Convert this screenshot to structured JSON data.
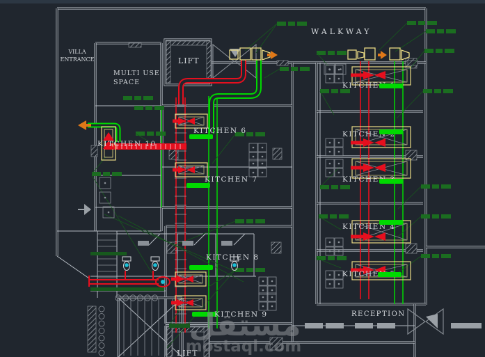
{
  "colors": {
    "bg": "#20262e",
    "strip": "#2c3743",
    "wall": "#b4bac1",
    "wall_dim": "#8a9097",
    "text": "#d4d8dc",
    "red": "#e60f1e",
    "green": "#00d900",
    "green_dark": "#1b6d20",
    "green_dark2": "#17591d",
    "yellow": "#eadb85",
    "orange": "#e07818",
    "cyan": "#1ac0d8",
    "watermark": "#85898e"
  },
  "labels": {
    "walkway": "WALKWAY",
    "villa_line1": "VILLA",
    "villa_line2": "ENTRANCE",
    "multiuse_line1": "MULTI USE",
    "multiuse_line2": "SPACE",
    "lift_top": "LIFT",
    "lift_bottom": "LIFT",
    "reception": "RECEPTION",
    "kitchen_10": "KITCHEN 10"
  },
  "kitchens": [
    {
      "label": "KITCHEN 1"
    },
    {
      "label": "KITCHEN 2"
    },
    {
      "label": "KITCHEN 3"
    },
    {
      "label": "KITCHEN 4"
    },
    {
      "label": "KITCHEN 5"
    },
    {
      "label": "KITCHEN 6"
    },
    {
      "label": "KITCHEN 7"
    },
    {
      "label": "KITCHEN 8"
    },
    {
      "label": "KITCHEN 9"
    }
  ],
  "watermark": {
    "primary": "مستقل",
    "secondary": "mostaql.com"
  }
}
